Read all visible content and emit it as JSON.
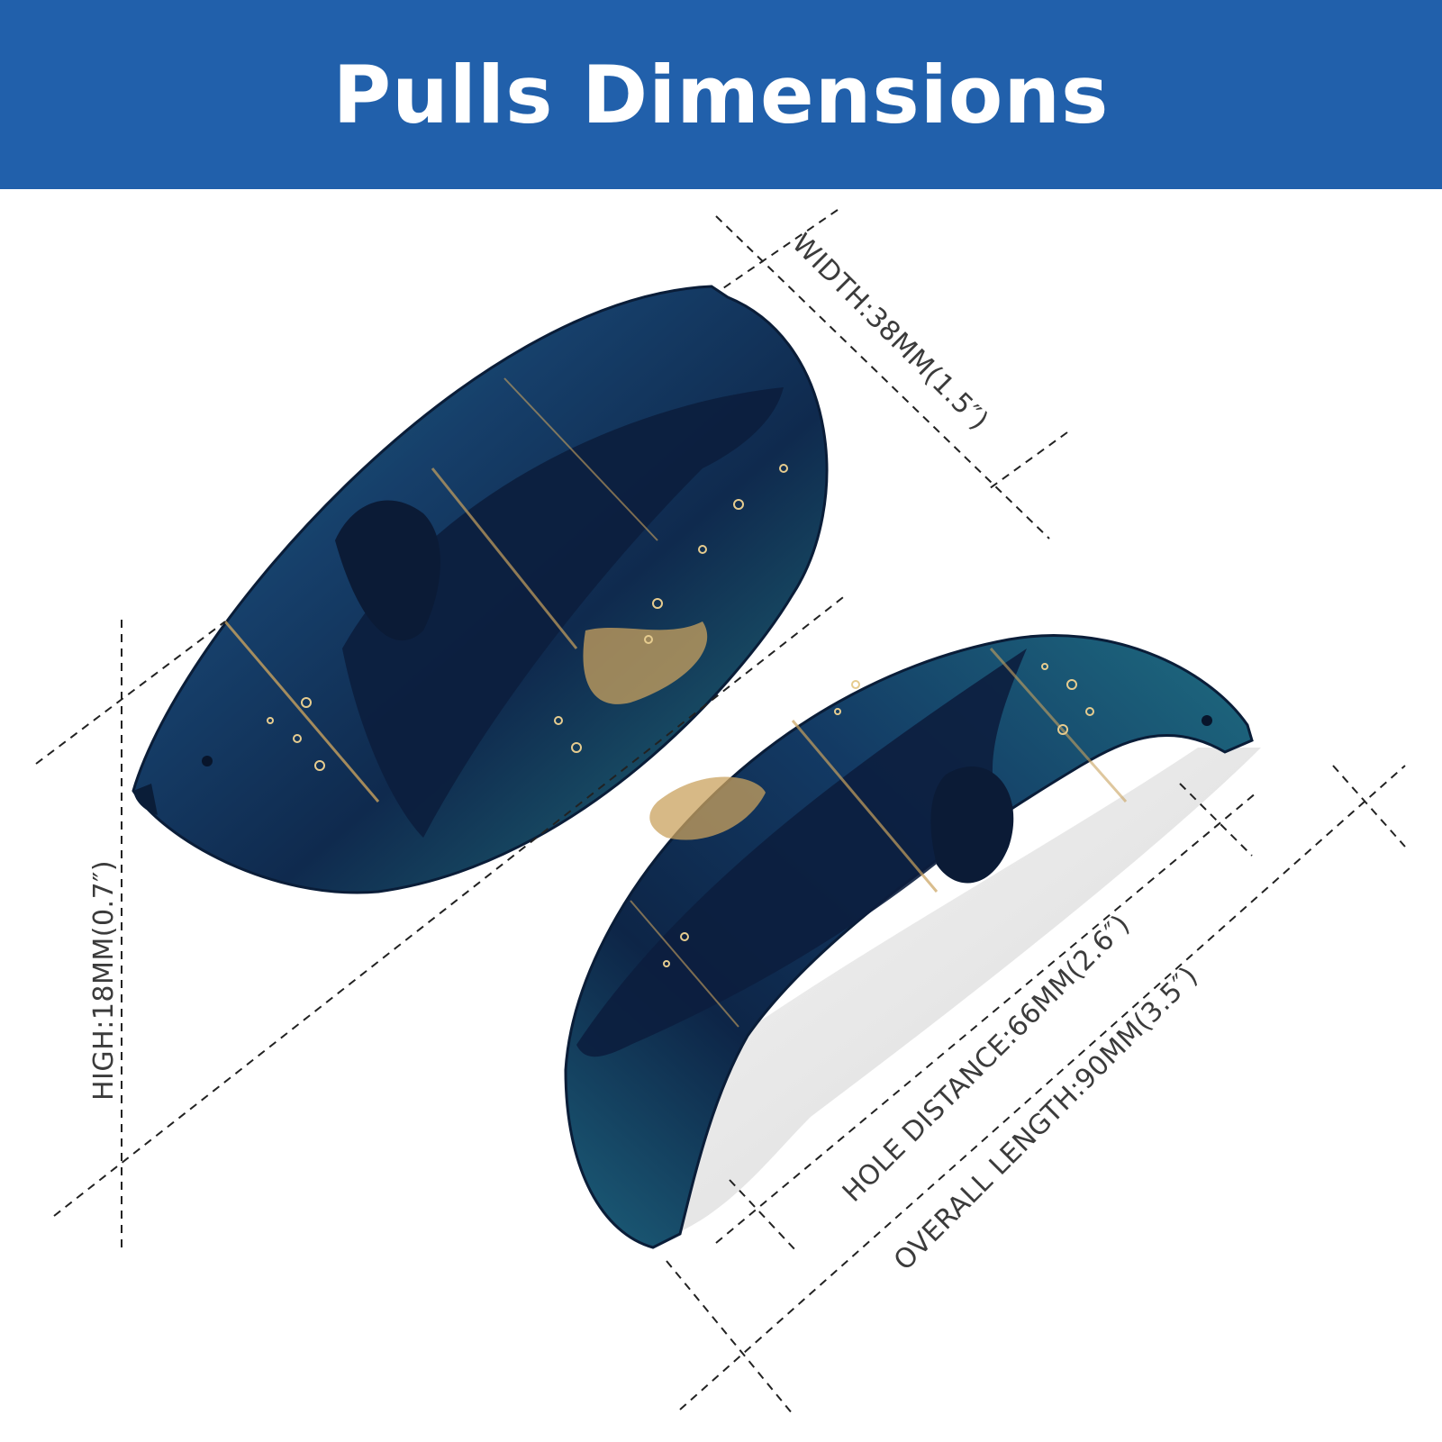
{
  "banner": {
    "title": "Pulls Dimensions",
    "background": "#2160ab"
  },
  "product": {
    "pull_colors": [
      "#0e2f52",
      "#1b5a7a",
      "#23707c",
      "#0a1f3a"
    ],
    "accent_gold": "#c9a25e"
  },
  "dimensions": {
    "width": "WIDTH:38MM(1.5″)",
    "height": "HIGH:18MM(0.7″)",
    "hole_distance": "HOLE DISTANCE:66MM(2.6″)",
    "overall_length": "OVERALL LENGTH:90MM(3.5″)"
  }
}
